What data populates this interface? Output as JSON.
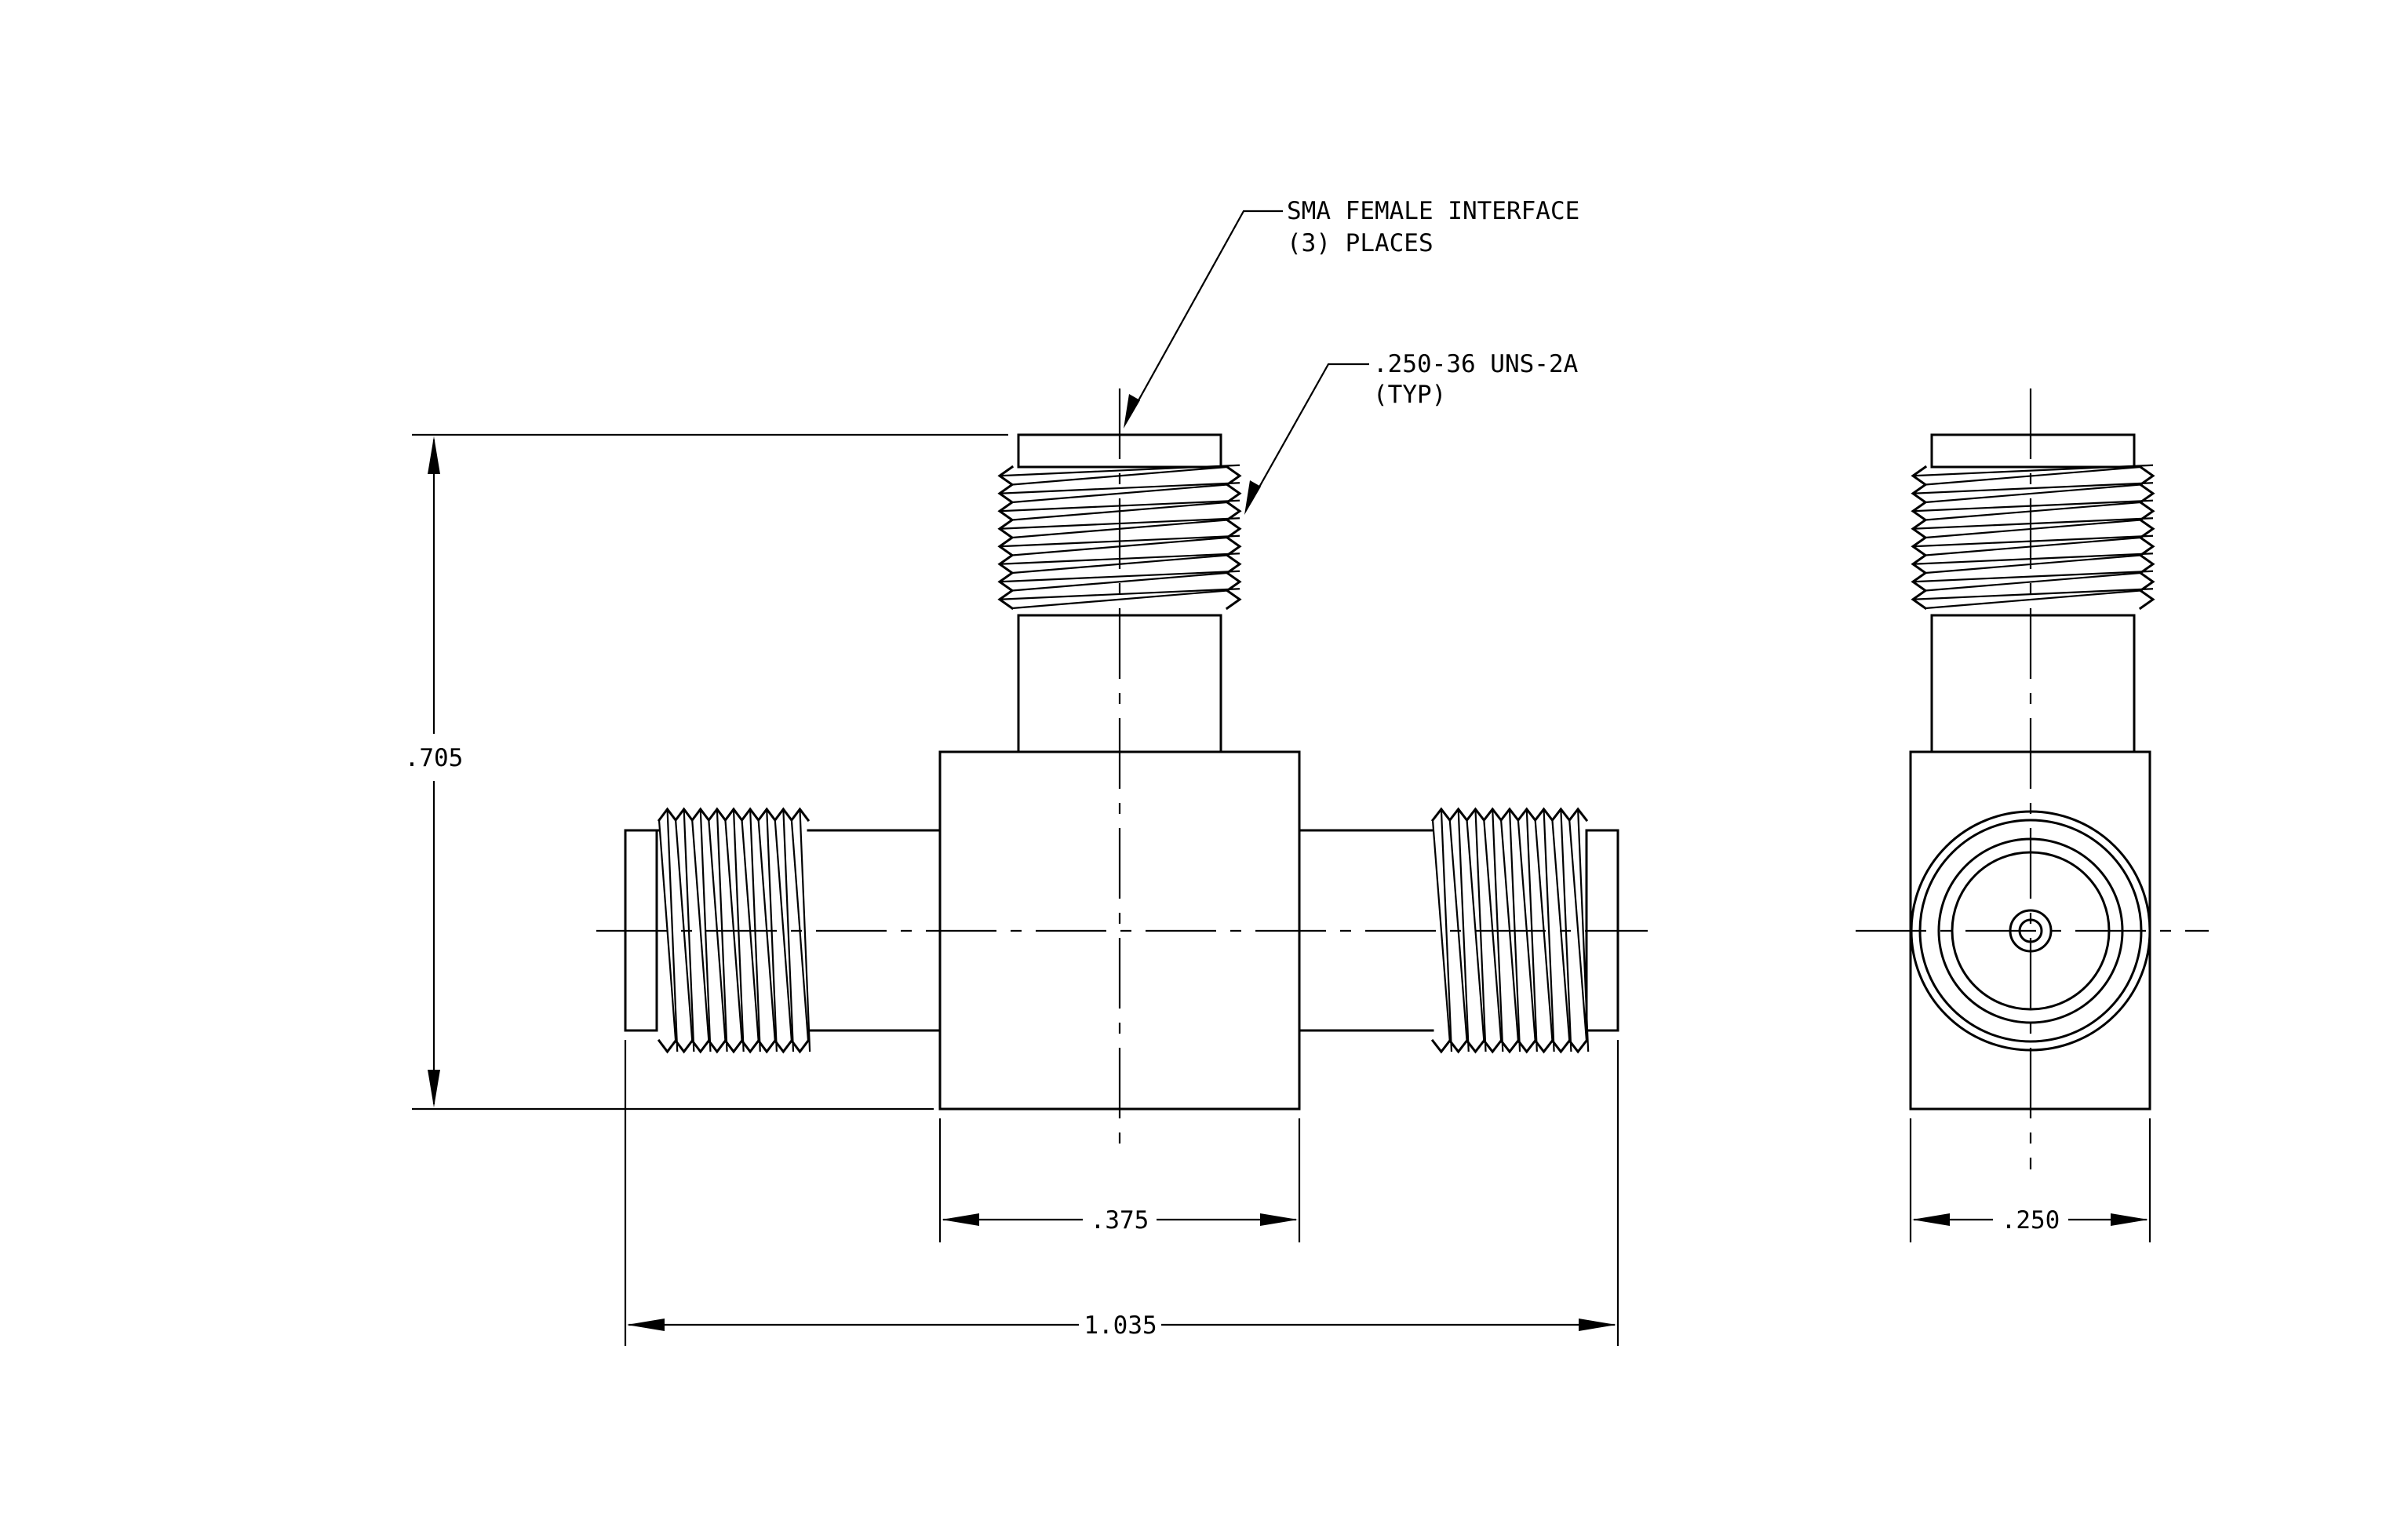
{
  "notes": {
    "sma_line1": "SMA FEMALE INTERFACE",
    "sma_line2": "(3)  PLACES",
    "thread_line1": ".250-36 UNS-2A",
    "thread_line2": "(TYP)"
  },
  "dimensions": {
    "height": ".705",
    "body_width": ".375",
    "overall_length": "1.035",
    "side_width": ".250"
  }
}
